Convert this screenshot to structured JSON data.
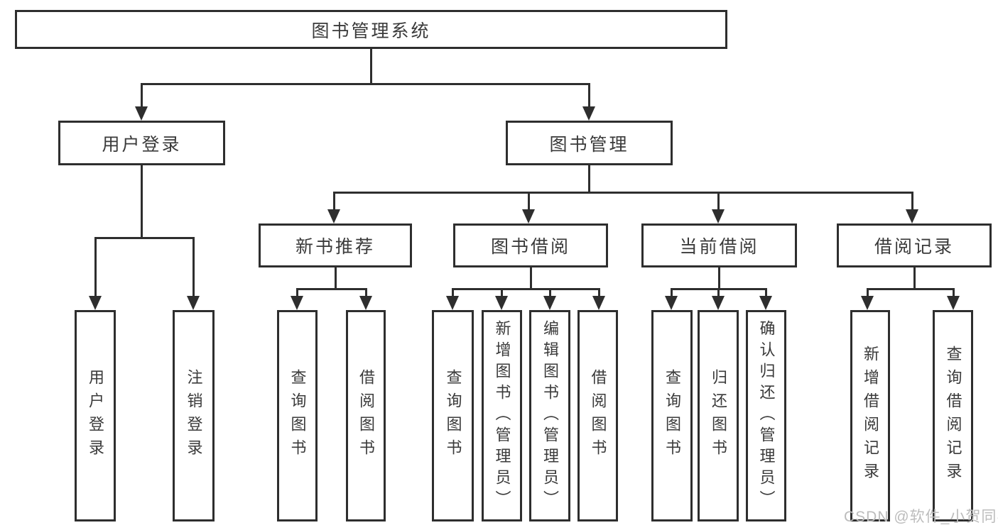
{
  "diagram_title": "图书管理系统",
  "nodes": {
    "root": "图书管理系统",
    "user_login": "用户登录",
    "book_mgmt": "图书管理",
    "new_book_rec": "新书推荐",
    "book_borrow": "图书借阅",
    "current_borrow": "当前借阅",
    "borrow_records": "借阅记录",
    "leaf_user_login": "用户登录",
    "leaf_logout": "注销登录",
    "rec_query_books": "查询图书",
    "rec_borrow_books": "借阅图书",
    "bb_query_books": "查询图书",
    "bb_add_books": "新增图书（管理员）",
    "bb_edit_books": "编辑图书（管理员）",
    "bb_borrow_books": "借阅图书",
    "cb_query_books": "查询图书",
    "cb_return_books": "归还图书",
    "cb_confirm_return": "确认归还（管理员）",
    "br_add_record": "新增借阅记录",
    "br_query_record": "查询借阅记录"
  },
  "watermark": "CSDN @软件_小贺同学",
  "colors": {
    "line": "#2e2e2e",
    "text": "#3a3a3a",
    "watermark": "#bcbcbc",
    "background": "#ffffff"
  }
}
